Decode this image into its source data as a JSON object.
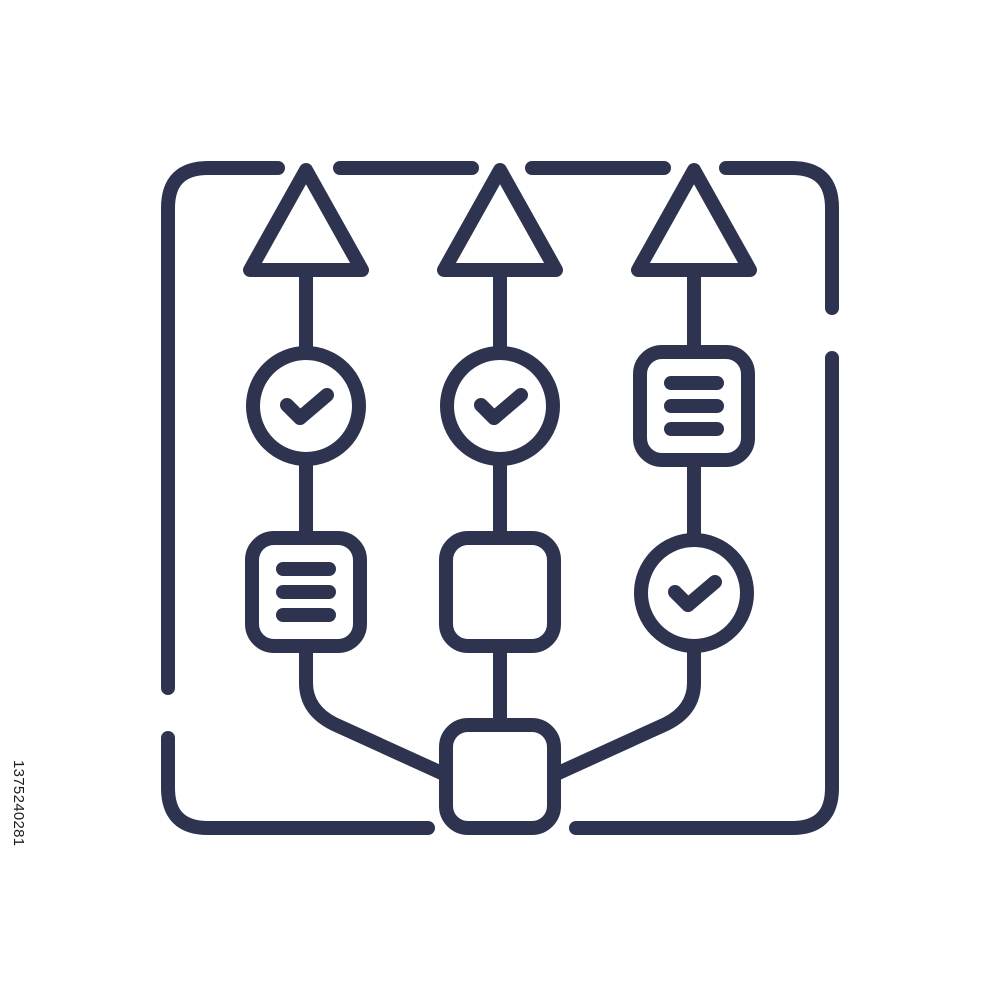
{
  "colors": {
    "stroke": "#2e3350",
    "background": "#ffffff"
  },
  "diagram": {
    "icon": "workflow-branches-icon",
    "frame": "rounded-dashed-square-frame",
    "branches": [
      {
        "id": "left",
        "arrow": "arrow-up-icon",
        "upper_node": "check-circle-icon",
        "lower_node": "list-square-icon"
      },
      {
        "id": "center",
        "arrow": "arrow-up-icon",
        "upper_node": "check-circle-icon",
        "lower_node": "empty-square-icon"
      },
      {
        "id": "right",
        "arrow": "arrow-up-icon",
        "upper_node": "list-square-icon",
        "lower_node": "check-circle-icon"
      }
    ],
    "root_node": "empty-square-icon"
  },
  "watermark": {
    "stock_id": "1375240281"
  }
}
